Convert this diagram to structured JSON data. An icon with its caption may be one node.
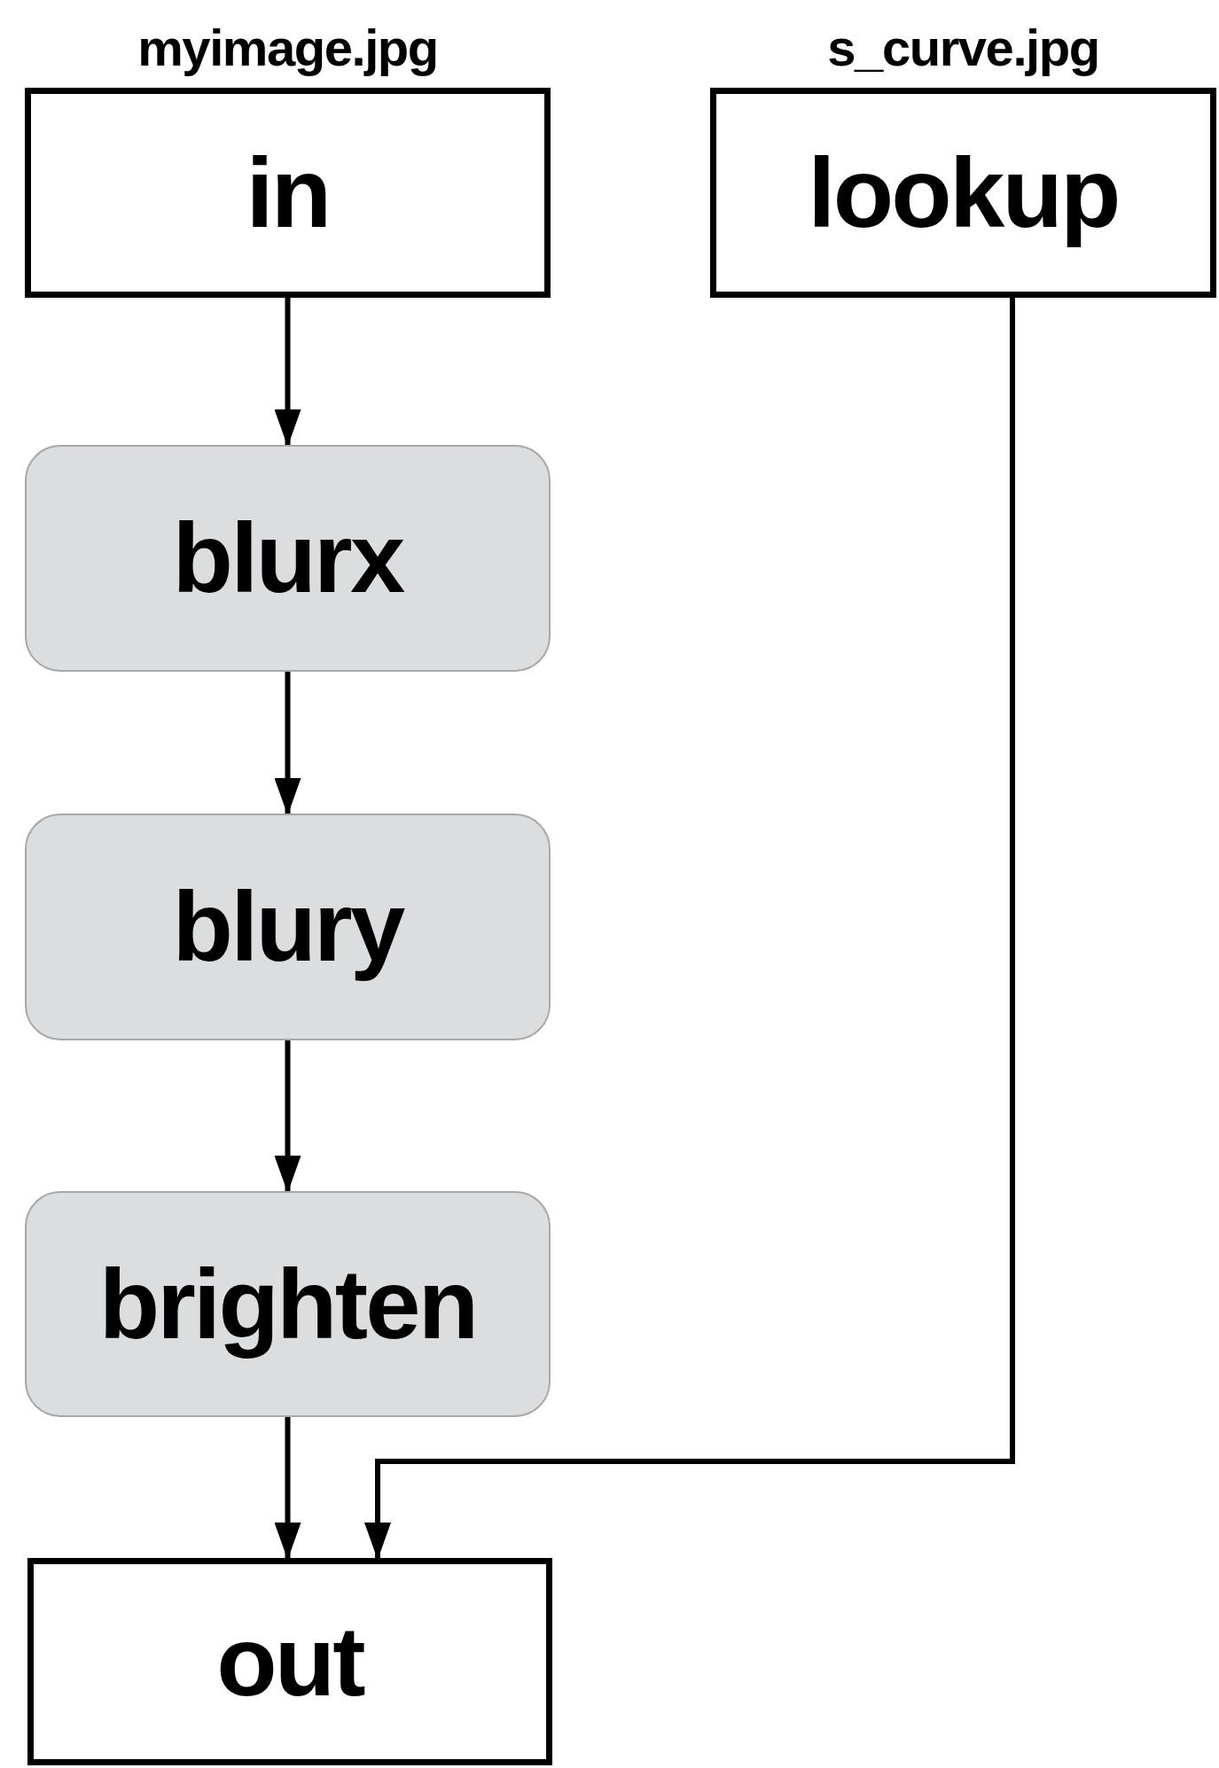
{
  "diagram": {
    "nodes": [
      {
        "text": [
          "myimage.jpg",
          "in"
        ]
      },
      {
        "text": [
          "s_curve.jpg",
          "lookup"
        ]
      },
      {
        "text": [
          "blurx"
        ]
      },
      {
        "text": [
          "blury"
        ]
      },
      {
        "text": [
          "brighten"
        ]
      },
      {
        "text": [
          "out"
        ]
      }
    ],
    "edges": [
      {
        "from": 0,
        "to": 2,
        "arrow": "to"
      },
      {
        "from": 2,
        "to": 3,
        "arrow": "to"
      },
      {
        "from": 3,
        "to": 4,
        "arrow": "to"
      },
      {
        "from": 4,
        "to": 5,
        "arrow": "to"
      },
      {
        "from": 1,
        "to": 5,
        "arrow": "to"
      }
    ]
  }
}
